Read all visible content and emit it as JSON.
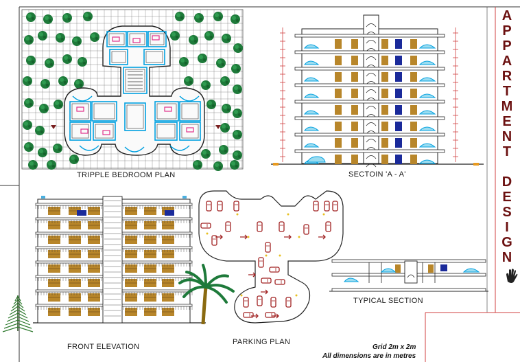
{
  "labels": {
    "plan": "TRIPPLE BEDROOM PLAN",
    "section_aa": "SECTOIN 'A - A'",
    "front_elevation": "FRONT ELEVATION",
    "parking_plan": "PARKING PLAN",
    "typical_section": "TYPICAL SECTION"
  },
  "title_letters": [
    "A",
    "P",
    "P",
    "A",
    "R",
    "T",
    "M",
    "E",
    "N",
    "T",
    " ",
    "D",
    "E",
    "S",
    "I",
    "G",
    "N"
  ],
  "notes": {
    "grid": "Grid 2m x 2m",
    "units": "All dimensions are in metres"
  },
  "colors": {
    "tree_green": "#1e7a3a",
    "wall_blue": "#00a0e0",
    "accent_pink": "#e0308a",
    "window_brown": "#b8862a",
    "window_navy": "#1a2a9a",
    "car_red": "#a02020",
    "title_maroon": "#6b1010",
    "border_red": "#d04040"
  }
}
